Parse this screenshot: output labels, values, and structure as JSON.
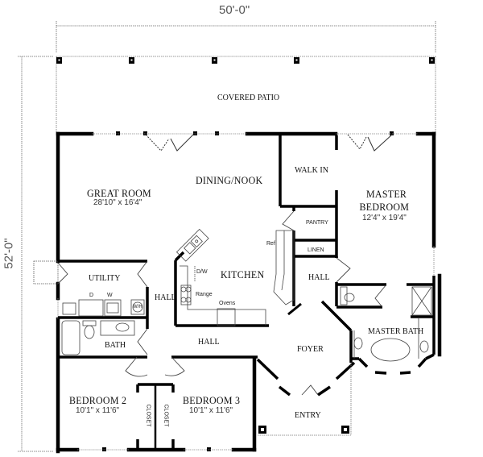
{
  "overall_dimensions": {
    "width": "50'-0\"",
    "depth": "52'-0\""
  },
  "rooms": {
    "covered_patio": {
      "label": "COVERED PATIO"
    },
    "great_room": {
      "label": "GREAT ROOM",
      "size": "28'10\" x 16'4\""
    },
    "dining_nook": {
      "label": "DINING/NOOK"
    },
    "walk_in": {
      "label": "WALK IN"
    },
    "master_bedroom": {
      "label_line1": "MASTER",
      "label_line2": "BEDROOM",
      "size": "12'4\" x 19'4\""
    },
    "pantry": {
      "label": "PANTRY"
    },
    "linen": {
      "label": "LINEN"
    },
    "kitchen": {
      "label": "KITCHEN"
    },
    "utility": {
      "label": "UTILITY"
    },
    "hall_west": {
      "label": "HALL"
    },
    "hall_east": {
      "label": "HALL"
    },
    "hall_south": {
      "label": "HALL"
    },
    "bath": {
      "label": "BATH"
    },
    "foyer": {
      "label": "FOYER"
    },
    "master_bath": {
      "label": "MASTER BATH"
    },
    "bedroom_2": {
      "label": "BEDROOM 2",
      "size": "10'1\" x 11'6\""
    },
    "bedroom_3": {
      "label": "BEDROOM 3",
      "size": "10'1\" x 11'6\""
    },
    "closet_left": {
      "label": "CLOSET"
    },
    "closet_right": {
      "label": "CLOSET"
    },
    "entry": {
      "label": "ENTRY"
    }
  },
  "fixtures": {
    "dishwasher": "D/W",
    "range": "Range",
    "ovens": "Ovens",
    "refrigerator": "Ref",
    "dryer": "D",
    "washer": "W",
    "water_heater": "W/H"
  }
}
